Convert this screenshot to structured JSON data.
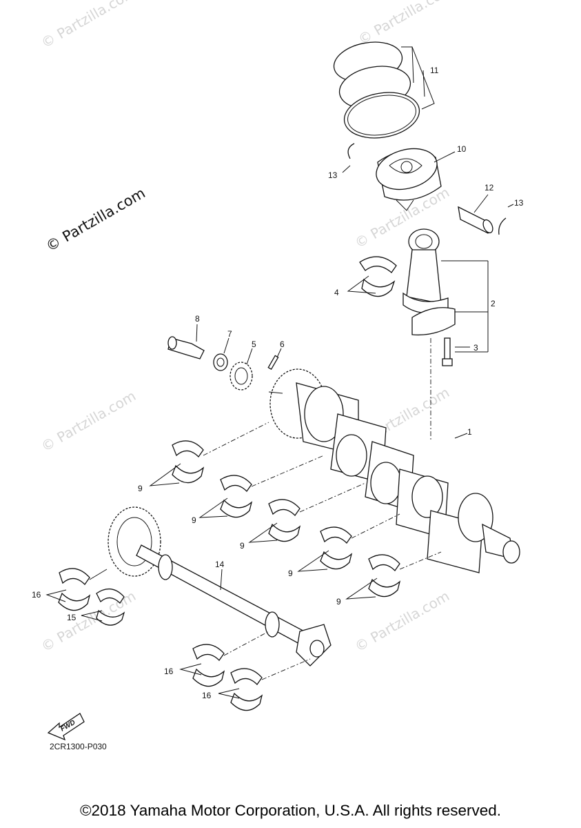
{
  "watermark": {
    "text": "© Partzilla.com"
  },
  "diagram_code": "2CR1300-P030",
  "fwd_label": "FWD",
  "copyright": "©2018 Yamaha Motor Corporation, U.S.A. All rights reserved.",
  "callouts": {
    "c1": "1",
    "c2": "2",
    "c3": "3",
    "c4": "4",
    "c5": "5",
    "c6": "6",
    "c7": "7",
    "c8": "8",
    "c9a": "9",
    "c9b": "9",
    "c9c": "9",
    "c9d": "9",
    "c9e": "9",
    "c10": "10",
    "c11": "11",
    "c12": "12",
    "c13a": "13",
    "c13b": "13",
    "c14": "14",
    "c15": "15",
    "c16a": "16",
    "c16b": "16",
    "c16c": "16"
  }
}
